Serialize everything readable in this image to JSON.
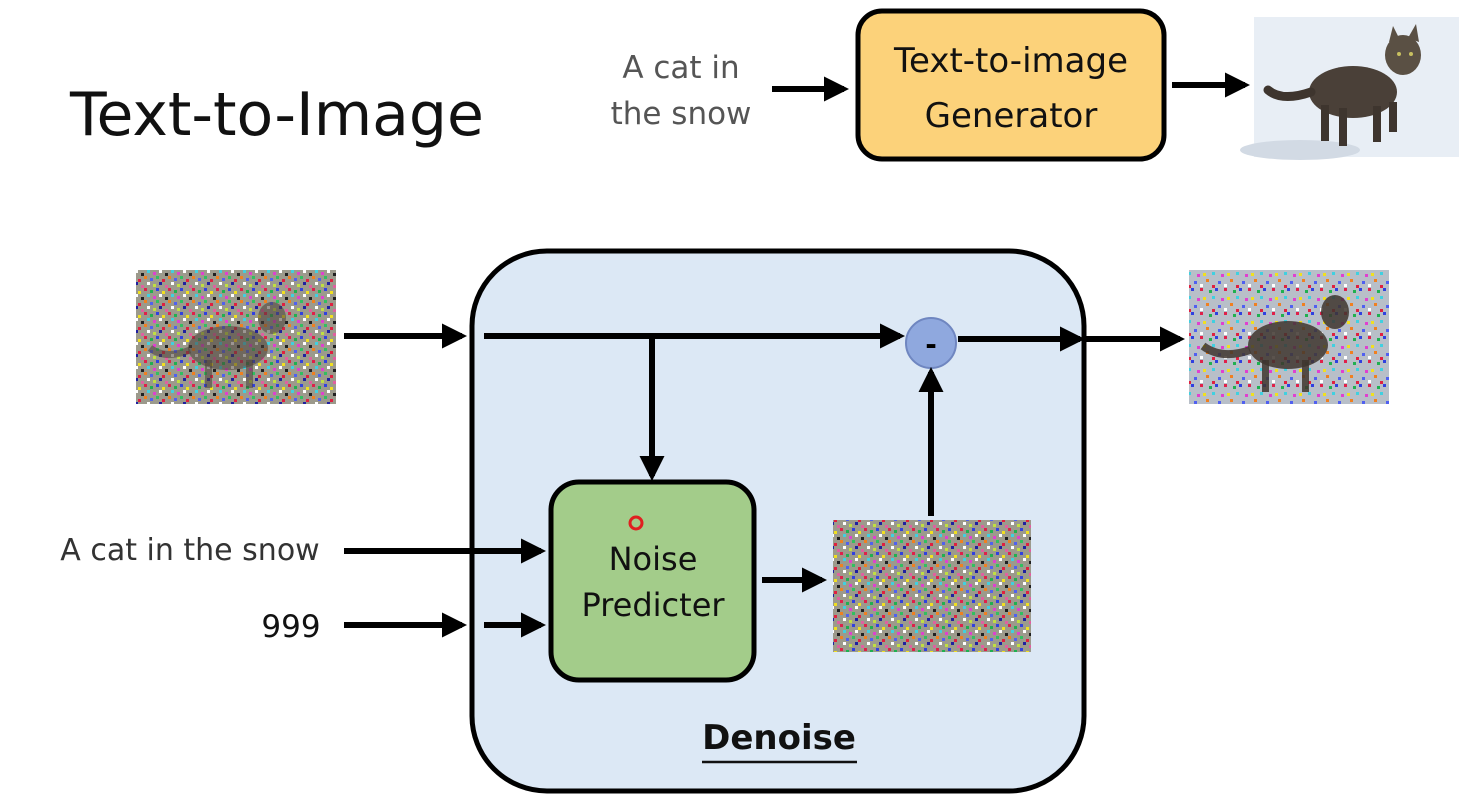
{
  "slide": {
    "title": "Text-to-Image"
  },
  "top_flow": {
    "prompt_line1": "A cat in",
    "prompt_line2": "the snow",
    "generator_line1": "Text-to-image",
    "generator_line2": "Generator",
    "generator_color": "#fcd27a",
    "output_image": "cat-in-snow-photo"
  },
  "denoise": {
    "label": "Denoise",
    "box_color": "#dce8f5",
    "input_image": "noisy-cat-image",
    "output_image": "less-noisy-cat-image",
    "noise_image": "predicted-noise-image",
    "prompt": "A cat in the snow",
    "step": "999",
    "subtract_symbol": "-",
    "predictor_line1": "Noise",
    "predictor_line2": "Predicter",
    "predictor_color": "#a3cc8a"
  }
}
